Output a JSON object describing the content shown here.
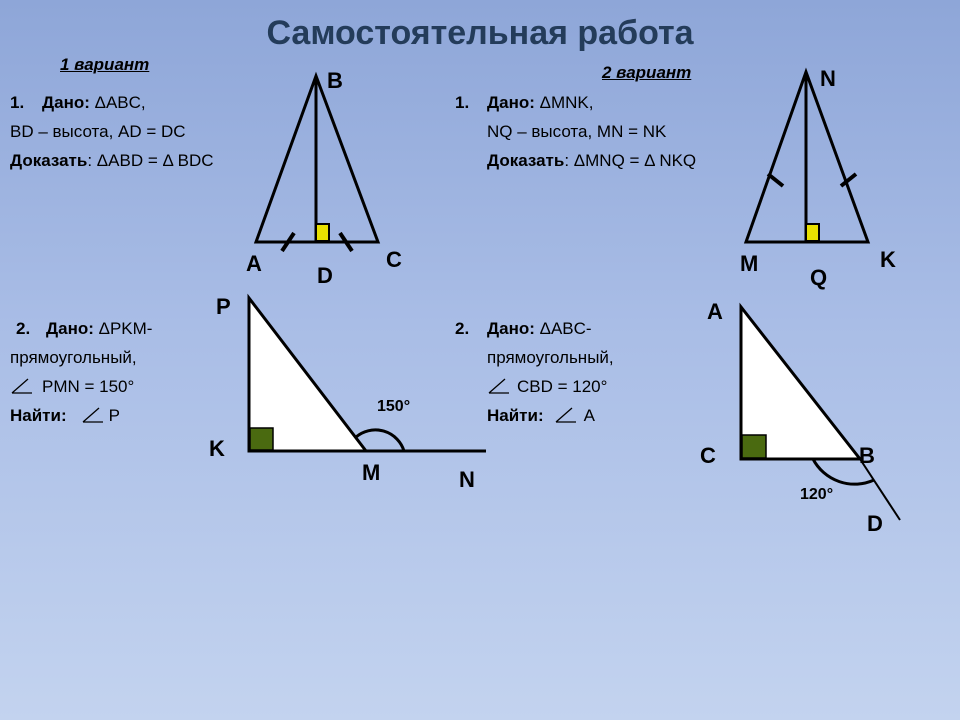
{
  "title": "Самостоятельная работа",
  "variant1": {
    "heading": "1 вариант",
    "task1": {
      "num": "1.",
      "given_label": "Дано:",
      "given_text": " ΔABC,",
      "line2": "BD – высота, AD = DC",
      "prove_label": "Доказать",
      "prove_text": ": ΔABD = Δ BDC"
    },
    "task2": {
      "num": "2.",
      "given_label": "Дано:",
      "given_text": " ΔPKM-",
      "line2": "прямоугольный,",
      "angle_text": "PMN = 150°",
      "find_label": "Найти:",
      "find_text": "P"
    },
    "figure1_labels": {
      "a": "A",
      "b": "B",
      "c": "C",
      "d": "D"
    },
    "figure2_labels": {
      "p": "P",
      "k": "K",
      "m": "M",
      "n": "N",
      "angle": "150°"
    }
  },
  "variant2": {
    "heading": "2 вариант",
    "task1": {
      "num": "1.",
      "given_label": "Дано:",
      "given_text": " ΔMNK,",
      "line2": "NQ – высота, MN = NK",
      "prove_label": "Доказать",
      "prove_text": ": ΔMNQ = Δ NKQ"
    },
    "task2": {
      "num": "2.",
      "given_label": "Дано:",
      "given_text": " ΔABC-",
      "line2": "прямоугольный,",
      "angle_text": "CBD = 120°",
      "find_label": "Найти:",
      "find_text": "A"
    },
    "figure1_labels": {
      "m": "M",
      "n": "N",
      "k": "K",
      "q": "Q"
    },
    "figure2_labels": {
      "a": "A",
      "c": "C",
      "b": "B",
      "d": "D",
      "angle": "120°"
    }
  },
  "colors": {
    "title": "#243c5a",
    "right_angle_yellow": "#e8e000",
    "right_angle_green": "#4a6a10"
  }
}
